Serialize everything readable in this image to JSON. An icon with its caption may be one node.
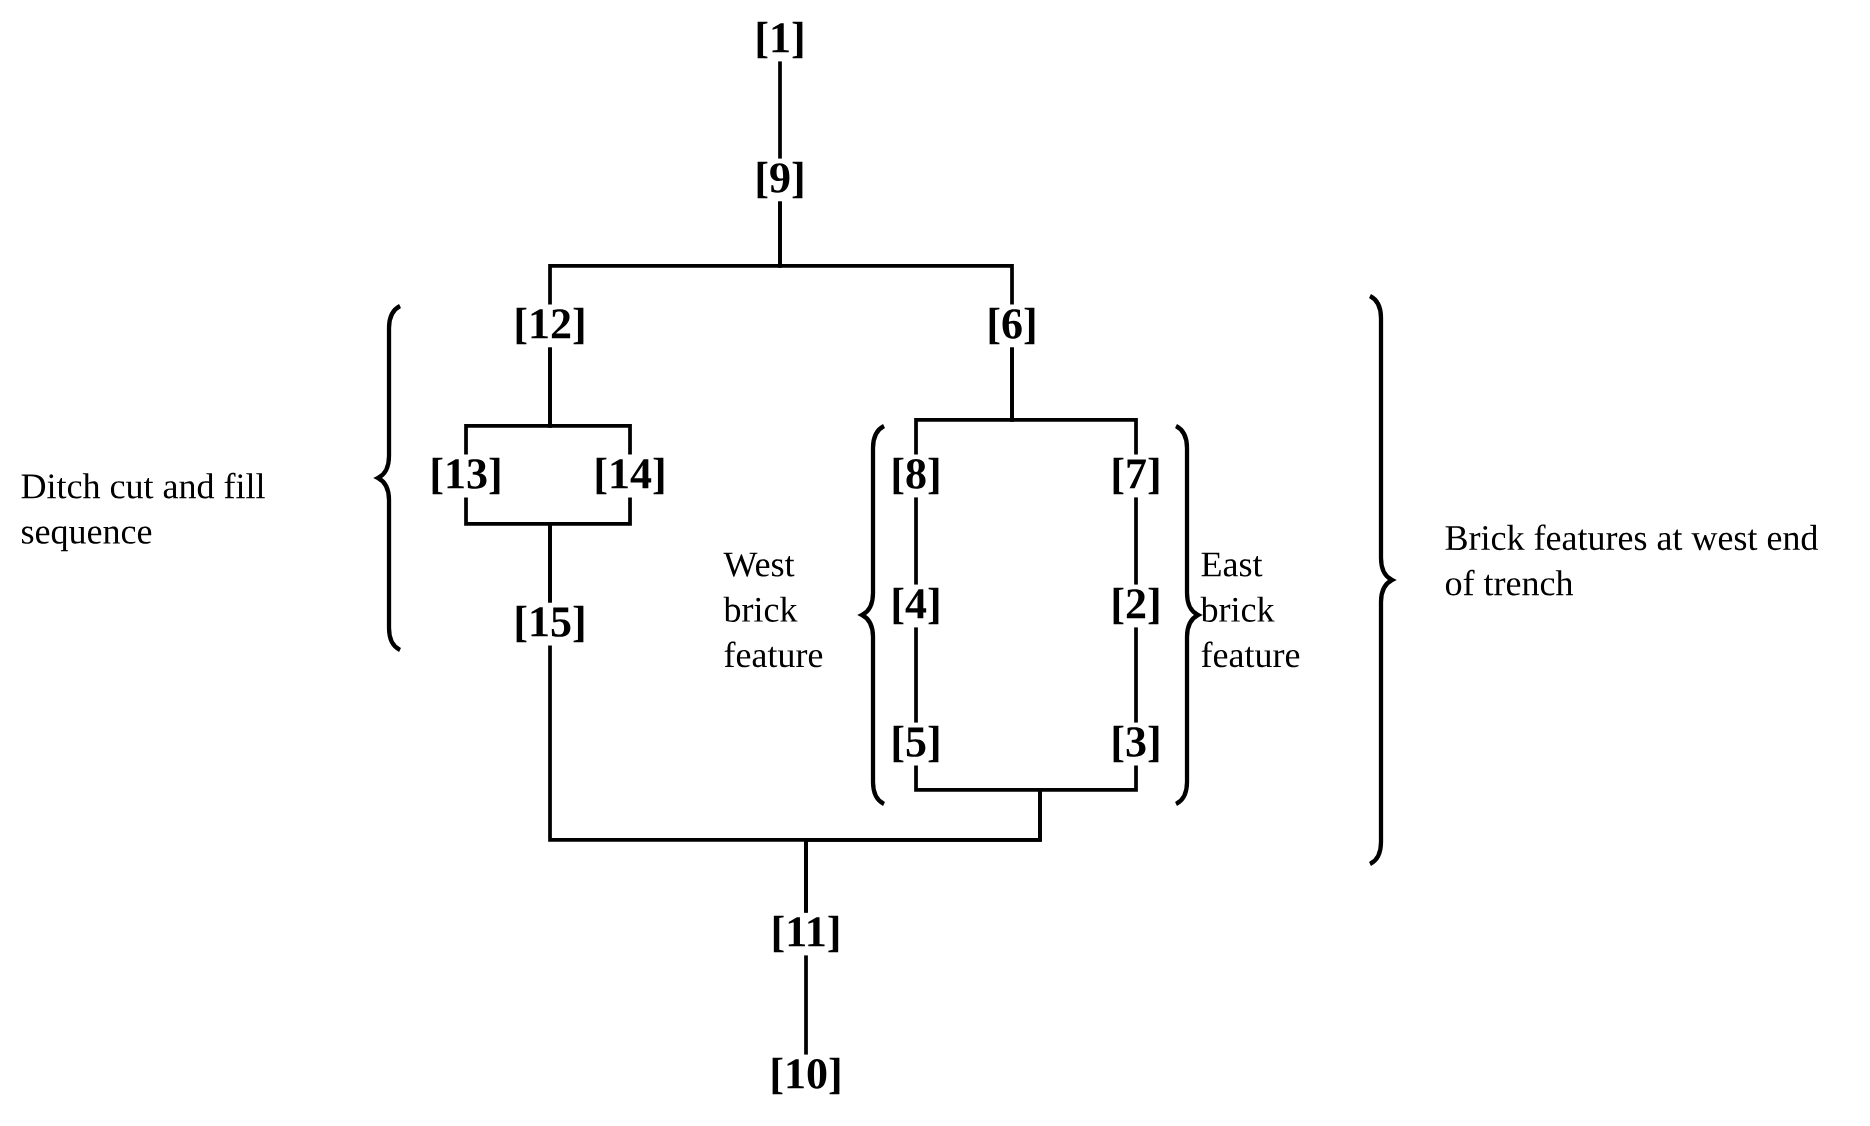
{
  "diagram": {
    "nodes": [
      {
        "text": [
          "[1]"
        ]
      },
      {
        "text": [
          "[9]"
        ]
      },
      {
        "text": [
          "[12]"
        ]
      },
      {
        "text": [
          "[6]"
        ]
      },
      {
        "text": [
          "[13]"
        ]
      },
      {
        "text": [
          "[14]"
        ]
      },
      {
        "text": [
          "[8]"
        ]
      },
      {
        "text": [
          "[7]"
        ]
      },
      {
        "text": [
          "[4]"
        ]
      },
      {
        "text": [
          "[2]"
        ]
      },
      {
        "text": [
          "[15]"
        ]
      },
      {
        "text": [
          "[5]"
        ]
      },
      {
        "text": [
          "[3]"
        ]
      },
      {
        "text": [
          "[11]"
        ]
      },
      {
        "text": [
          "[10]"
        ]
      }
    ],
    "edges": [
      {
        "from": 0,
        "to": 1,
        "arrow": "none"
      },
      {
        "from": 1,
        "to": 2,
        "arrow": "none"
      },
      {
        "from": 1,
        "to": 3,
        "arrow": "none"
      },
      {
        "from": 2,
        "to": 4,
        "arrow": "none"
      },
      {
        "from": 2,
        "to": 5,
        "arrow": "none"
      },
      {
        "from": 3,
        "to": 6,
        "arrow": "none"
      },
      {
        "from": 3,
        "to": 7,
        "arrow": "none"
      },
      {
        "from": 6,
        "to": 8,
        "arrow": "none"
      },
      {
        "from": 7,
        "to": 9,
        "arrow": "none"
      },
      {
        "from": 8,
        "to": 11,
        "arrow": "none"
      },
      {
        "from": 9,
        "to": 12,
        "arrow": "none"
      },
      {
        "from": 4,
        "to": 10,
        "arrow": "none"
      },
      {
        "from": 5,
        "to": 10,
        "arrow": "none"
      },
      {
        "from": 10,
        "to": 13,
        "arrow": "none"
      },
      {
        "from": 11,
        "to": 13,
        "arrow": "none"
      },
      {
        "from": 12,
        "to": 13,
        "arrow": "none"
      },
      {
        "from": 13,
        "to": 14,
        "arrow": "none"
      }
    ],
    "labels": [
      "Ditch cut and fill sequence",
      "West brick feature",
      "East brick feature",
      "Brick features at west end of trench"
    ]
  }
}
